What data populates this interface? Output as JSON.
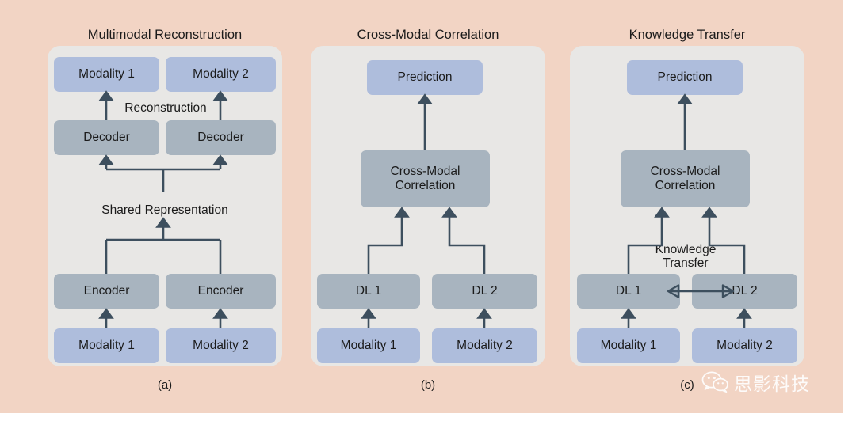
{
  "figure": {
    "background_color": "#f2d4c4",
    "panel_color": "#e8e7e5",
    "blue_node_color": "#aebddc",
    "gray_node_color": "#a8b4bf",
    "wire_color": "#3d4f5e"
  },
  "panels": [
    {
      "id": "a",
      "title": "Multimodal Reconstruction",
      "caption": "(a)",
      "nodes": {
        "out_left": "Modality 1",
        "out_right": "Modality 2",
        "dec_left": "Decoder",
        "dec_right": "Decoder",
        "enc_left": "Encoder",
        "enc_right": "Encoder",
        "in_left": "Modality 1",
        "in_right": "Modality 2"
      },
      "labels": {
        "reconstruction": "Reconstruction",
        "shared_representation": "Shared Representation"
      }
    },
    {
      "id": "b",
      "title": "Cross-Modal Correlation",
      "caption": "(b)",
      "nodes": {
        "prediction": "Prediction",
        "fusion": "Cross-Modal\nCorrelation",
        "dl_left": "DL 1",
        "dl_right": "DL 2",
        "in_left": "Modality 1",
        "in_right": "Modality 2"
      }
    },
    {
      "id": "c",
      "title": "Knowledge Transfer",
      "caption": "(c)",
      "nodes": {
        "prediction": "Prediction",
        "fusion": "Cross-Modal\nCorrelation",
        "dl_left": "DL 1",
        "dl_right": "DL 2",
        "in_left": "Modality 1",
        "in_right": "Modality 2"
      },
      "labels": {
        "knowledge_transfer": "Knowledge\nTransfer"
      }
    }
  ],
  "watermark": {
    "text": "思影科技",
    "icon": "wechat-icon"
  }
}
